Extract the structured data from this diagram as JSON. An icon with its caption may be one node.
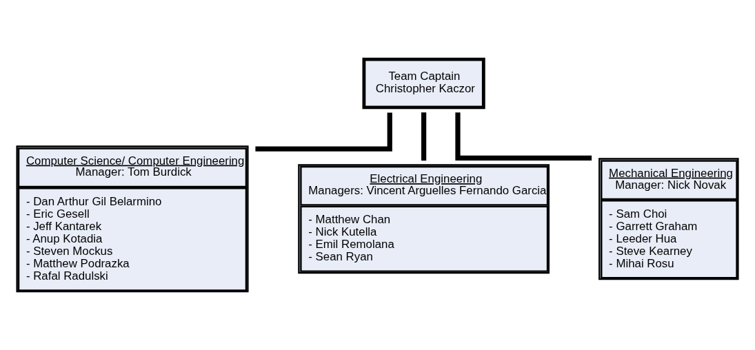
{
  "diagram": {
    "nodes": [
      {
        "text": [
          "Team Captain",
          "Christopher Kaczor"
        ]
      },
      {
        "text": [
          "Computer Science/ Computer Engineering",
          "Manager: Tom Burdick",
          "- Dan Arthur Gil Belarmino",
          "- Eric Gesell",
          "- Jeff Kantarek",
          "- Anup Kotadia",
          "- Steven Mockus",
          "- Matthew Podrazka",
          "- Rafal Radulski"
        ]
      },
      {
        "text": [
          "Electrical Engineering",
          "Managers: Vincent Arguelles Fernando Garcia",
          "- Matthew Chan",
          "- Nick Kutella",
          "- Emil Remolana",
          "- Sean Ryan"
        ]
      },
      {
        "text": [
          "Mechanical Engineering",
          "Manager: Nick Novak",
          "- Sam Choi",
          "- Garrett Graham",
          "- Leeder Hua",
          "- Steve Kearney",
          "- Mihai Rosu"
        ]
      }
    ],
    "edges": [
      {
        "from": 0,
        "to": 1,
        "arrow": "none"
      },
      {
        "from": 0,
        "to": 2,
        "arrow": "none"
      },
      {
        "from": 0,
        "to": 3,
        "arrow": "none"
      }
    ]
  }
}
